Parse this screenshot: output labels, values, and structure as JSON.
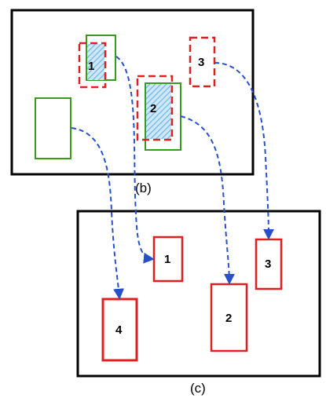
{
  "panels": [
    {
      "id": "b",
      "caption": "(b)"
    },
    {
      "id": "c",
      "caption": "(c)"
    }
  ],
  "panel_b": {
    "labels": [
      "1",
      "2",
      "3"
    ]
  },
  "panel_c": {
    "labels": [
      "1",
      "2",
      "3",
      "4"
    ]
  },
  "colors": {
    "frame": "#000000",
    "detection_box": "#e02020",
    "ground_truth_box": "#3a9a1e",
    "overlap_hatch": "#6fb8e8",
    "arrow": "#2850c8"
  }
}
